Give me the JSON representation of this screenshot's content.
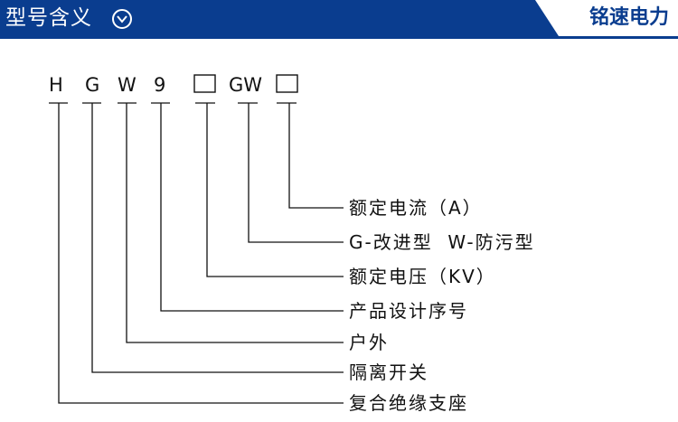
{
  "header": {
    "title": "型号含义",
    "title_icon": "chevron-down-circle-icon",
    "brand": "铭速电力"
  },
  "model_code": {
    "parts": [
      "H",
      "G",
      "W",
      "9",
      "□",
      "GW",
      "□"
    ]
  },
  "meanings": [
    "额定电流（A）",
    "G-改进型  W-防污型",
    "额定电压（KV）",
    "产品设计序号",
    "户外",
    "隔离开关",
    "复合绝缘支座"
  ],
  "colors": {
    "header_blue": "#0a3d8f"
  }
}
